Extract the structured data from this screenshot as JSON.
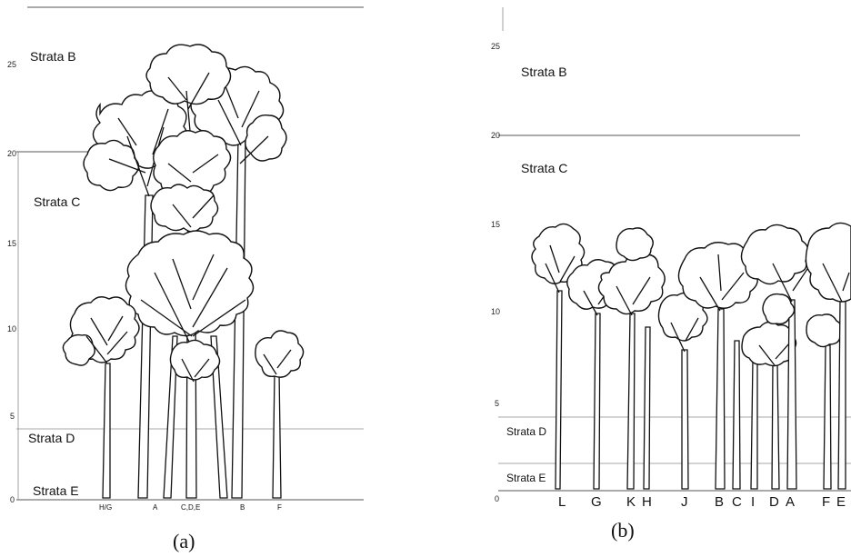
{
  "panel_a": {
    "caption": "(a)",
    "axis_ticks": [
      "25",
      "20",
      "15",
      "10",
      "5",
      "0"
    ],
    "strata_labels": [
      "Strata B",
      "Strata C",
      "Strata D",
      "Strata E"
    ],
    "tree_labels": [
      "H/G",
      "A",
      "C,D,E",
      "B",
      "F"
    ]
  },
  "panel_b": {
    "caption": "(b)",
    "axis_ticks": [
      "25",
      "20",
      "15",
      "10",
      "5",
      "0"
    ],
    "strata_labels": [
      "Strata B",
      "Strata C",
      "Strata D",
      "Strata E"
    ],
    "tree_labels": [
      "L",
      "G",
      "K",
      "H",
      "J",
      "B",
      "C",
      "I",
      "D",
      "A",
      "F",
      "E"
    ]
  },
  "colors": {
    "ink": "#111111",
    "rule": "#555555",
    "background": "#ffffff"
  }
}
